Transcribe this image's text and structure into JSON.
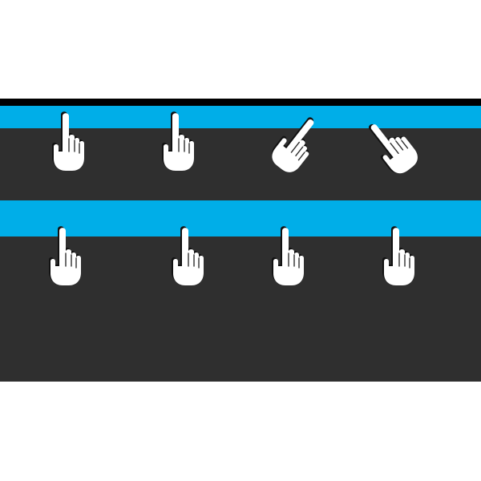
{
  "colors": {
    "page_background": "#ffffff",
    "panel_background": "#2f2f2f",
    "top_edge": "#000000",
    "accent_stripe": "#00aee8",
    "hand_fill": "#ffffff",
    "hand_shadow": "#111111"
  },
  "gestures": {
    "row_1": [
      {
        "icon": "pointing-hand-icon",
        "state": "touch"
      },
      {
        "icon": "pointing-hand-icon",
        "state": "touch"
      },
      {
        "icon": "pointing-hand-tilted-right-icon",
        "state": "swipe-right"
      },
      {
        "icon": "pointing-hand-tilted-left-icon",
        "state": "swipe-left"
      }
    ],
    "row_2": [
      {
        "icon": "pointing-hand-icon",
        "state": "touch"
      },
      {
        "icon": "pointing-hand-icon",
        "state": "touch"
      },
      {
        "icon": "pointing-hand-icon",
        "state": "touch"
      },
      {
        "icon": "pointing-hand-icon",
        "state": "touch"
      }
    ]
  }
}
